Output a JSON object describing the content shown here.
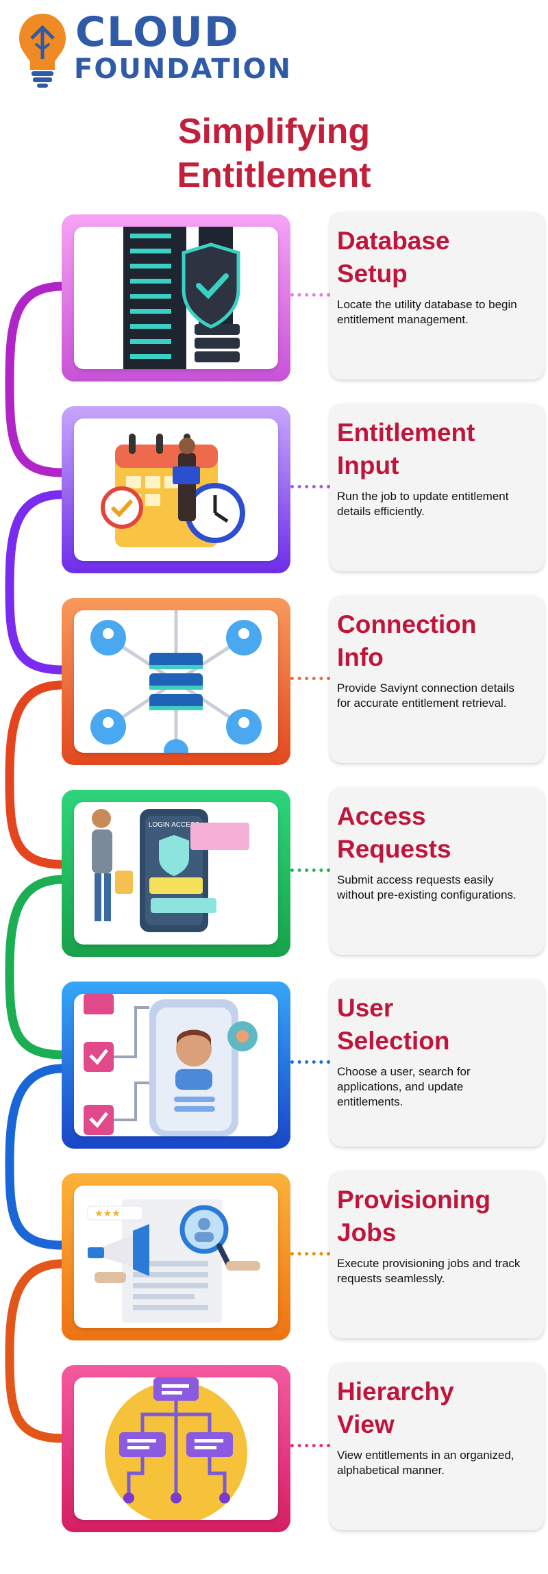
{
  "logo": {
    "line1": "CLOUD",
    "line2": "FOUNDATION",
    "brand_color": "#2e5aa7",
    "accent_color": "#f08a24",
    "icon": "lightbulb-icon"
  },
  "title": {
    "line1": "Simplifying",
    "line2": "Entitlement",
    "color": "#c2203a"
  },
  "steps": [
    {
      "title_line1": "Database",
      "title_line2": "Setup",
      "description": "Locate the utility database to begin entitlement management.",
      "frame_color": "#e57fe6",
      "illustration": "server-shield-icon"
    },
    {
      "title_line1": "Entitlement",
      "title_line2": "Input",
      "description": "Run the job to update entitlement details efficiently.",
      "frame_color": "#9b5cf0",
      "illustration": "calendar-clock-icon"
    },
    {
      "title_line1": "Connection",
      "title_line2": "Info",
      "description": "Provide Saviynt connection details for accurate entitlement retrieval.",
      "frame_color": "#f06a3c",
      "illustration": "network-users-icon"
    },
    {
      "title_line1": "Access",
      "title_line2": "Requests",
      "description": "Submit access requests easily without pre-existing configurations.",
      "frame_color": "#22b55a",
      "illustration": "login-access-icon",
      "illustration_label": "LOGIN ACCESS"
    },
    {
      "title_line1": "User",
      "title_line2": "Selection",
      "description": "Choose a user, search for applications, and update entitlements.",
      "frame_color": "#1a6ee0",
      "illustration": "user-profile-checklist-icon"
    },
    {
      "title_line1": "Provisioning",
      "title_line2": "Jobs",
      "description": "Execute provisioning jobs and track requests seamlessly.",
      "frame_color": "#f28a12",
      "illustration": "megaphone-search-icon"
    },
    {
      "title_line1": "Hierarchy",
      "title_line2": "View",
      "description": "View entitlements in an organized, alphabetical manner.",
      "frame_color": "#e8307a",
      "illustration": "hierarchy-tree-icon"
    }
  ]
}
